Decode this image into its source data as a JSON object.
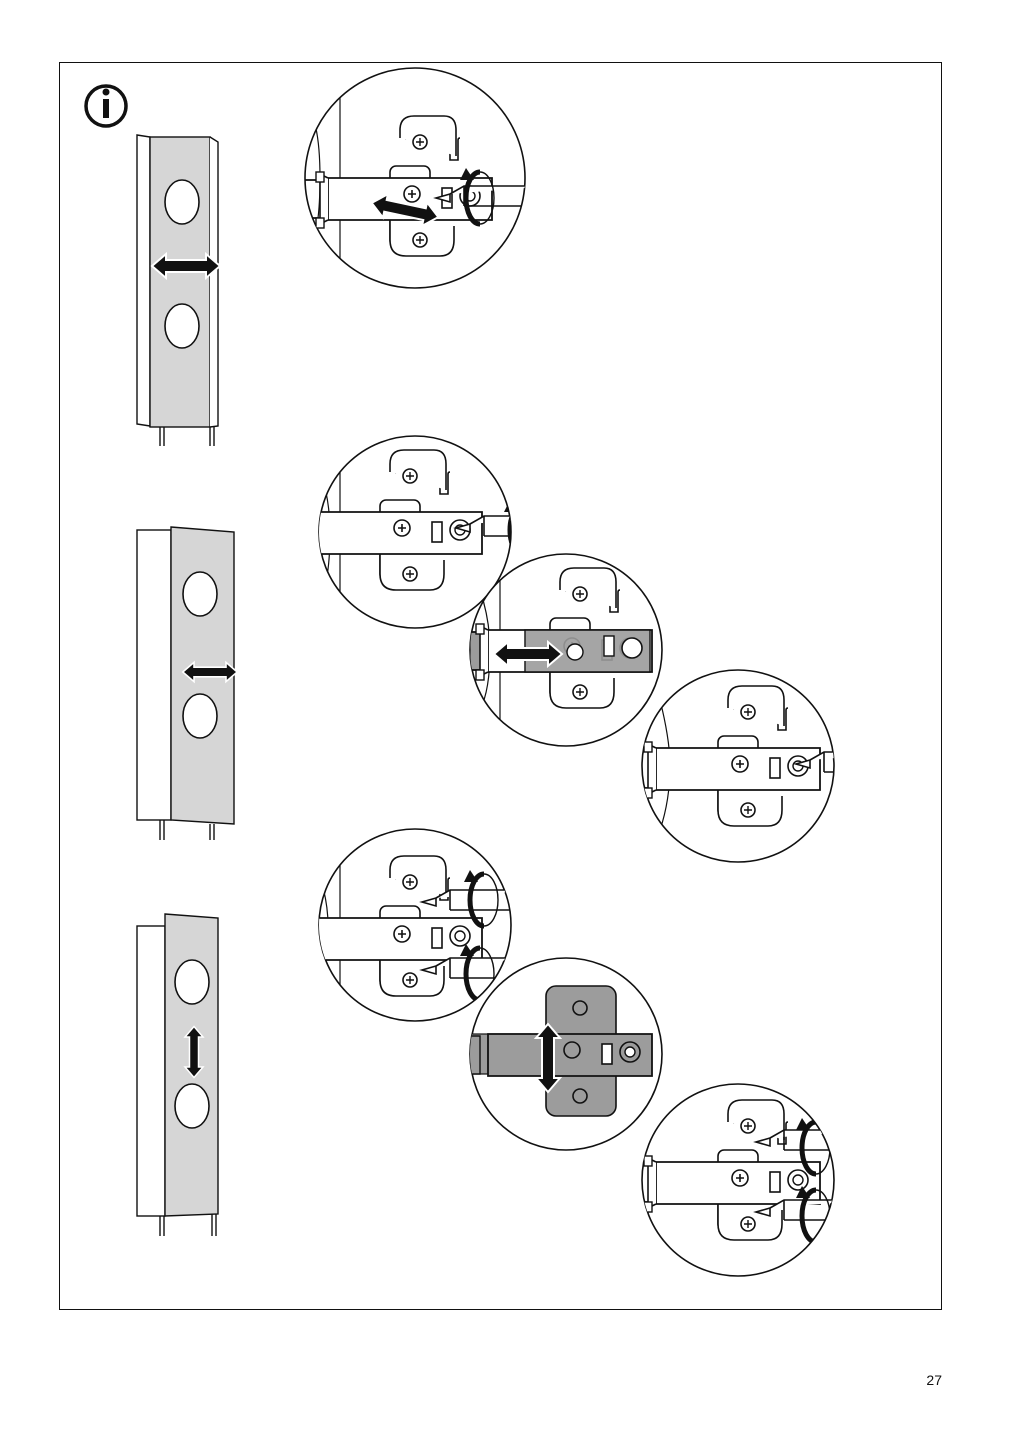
{
  "page": {
    "number": "27"
  },
  "colors": {
    "door_fill": "#d6d6d6",
    "hinge_fill": "#ffffff",
    "hinge_gray": "#9c9c9c",
    "line": "#111111"
  },
  "icons": {
    "info": "info-icon",
    "arrow": "double-arrow-icon",
    "rotate": "rotate-arrow-icon",
    "screwdriver": "screwdriver-icon"
  },
  "steps": [
    {
      "name": "adjust-depth",
      "arrow_direction": "horizontal",
      "detail_count": 1
    },
    {
      "name": "adjust-side",
      "arrow_direction": "horizontal",
      "detail_count": 3
    },
    {
      "name": "adjust-height",
      "arrow_direction": "vertical",
      "detail_count": 3
    }
  ]
}
